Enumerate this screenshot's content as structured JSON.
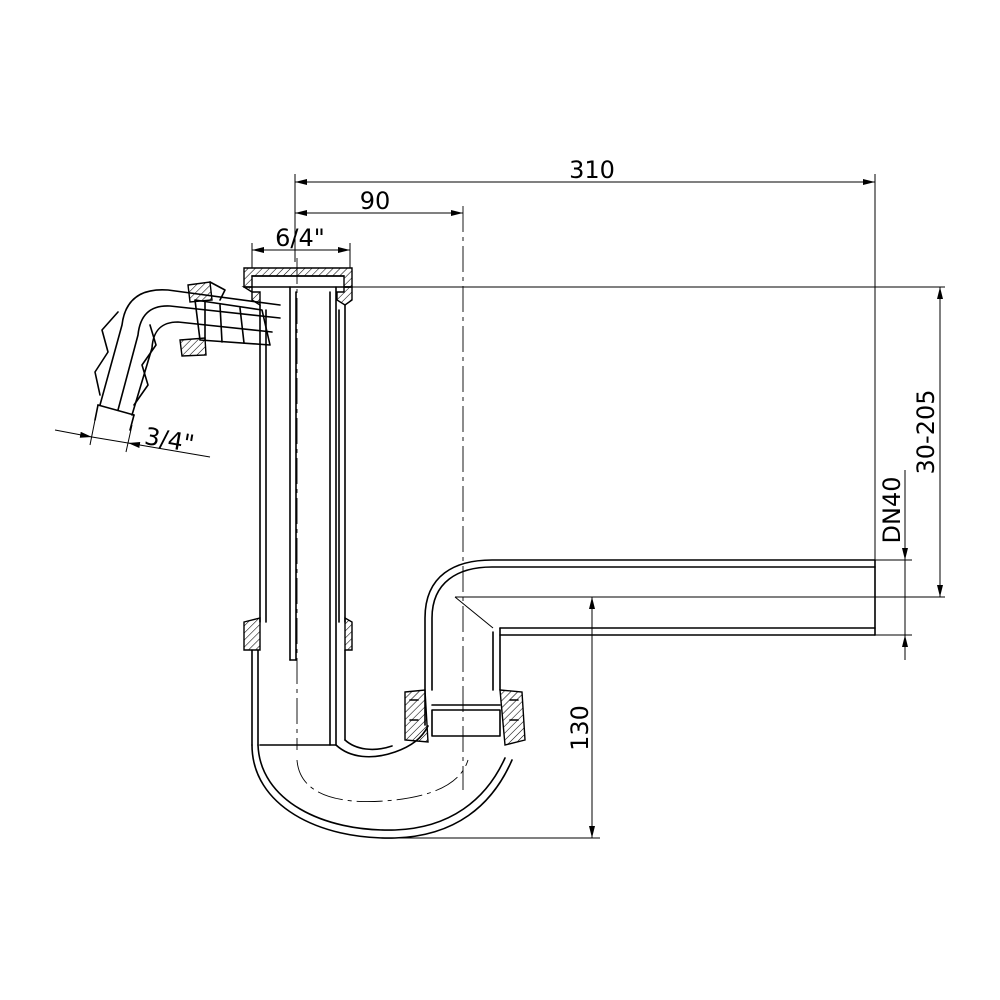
{
  "labels": {
    "overall_width": "310",
    "offset": "90",
    "inlet_thread": "6/4\"",
    "hose_thread": "3/4\"",
    "height_range": "30-205",
    "outlet_nominal": "DN40",
    "trap_height": "130"
  }
}
